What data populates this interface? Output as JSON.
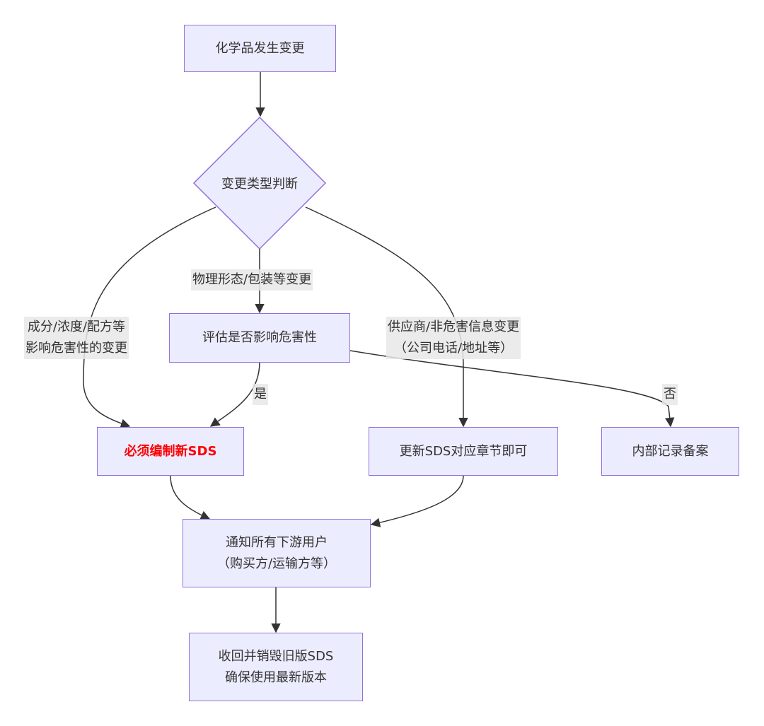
{
  "nodes": {
    "start": "化学品发生变更",
    "decision": "变更类型判断",
    "assess": "评估是否影响危害性",
    "new_sds": "必须编制新SDS",
    "update_sds": "更新SDS对应章节即可",
    "internal": "内部记录备案",
    "notify": {
      "line1": "通知所有下游用户",
      "line2": "（购买方/运输方等）"
    },
    "recall": {
      "line1": "收回并销毁旧版SDS",
      "line2": "确保使用最新版本"
    }
  },
  "edges": {
    "composition": {
      "line1": "成分/浓度/配方等",
      "line2": "影响危害性的变更"
    },
    "physical": "物理形态/包装等变更",
    "supplier": {
      "line1": "供应商/非危害信息变更",
      "line2": "（公司电话/地址等）"
    },
    "yes": "是",
    "no": "否"
  },
  "colors": {
    "node_fill": "#ececff",
    "node_stroke": "#9370db",
    "edge": "#333333",
    "label_bg": "#e8e8e8",
    "critical_text": "#ff0000"
  }
}
